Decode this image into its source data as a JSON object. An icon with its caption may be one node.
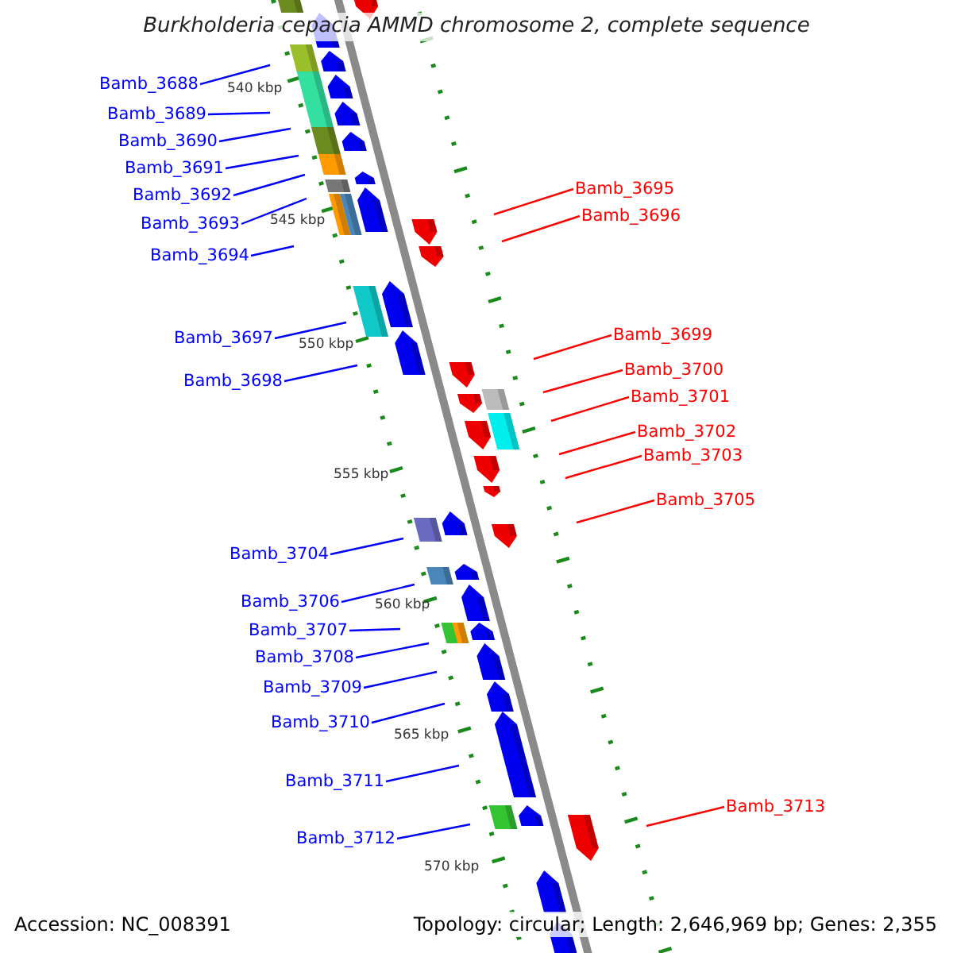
{
  "diagram": {
    "title": "Burkholderia cepacia AMMD chromosome 2, complete sequence",
    "nodes": [
      {
        "text": [
          "Bamb_3688"
        ]
      },
      {
        "text": [
          "Bamb_3689"
        ]
      },
      {
        "text": [
          "Bamb_3690"
        ]
      },
      {
        "text": [
          "Bamb_3691"
        ]
      },
      {
        "text": [
          "Bamb_3692"
        ]
      },
      {
        "text": [
          "Bamb_3693"
        ]
      },
      {
        "text": [
          "Bamb_3694"
        ]
      },
      {
        "text": [
          "Bamb_3695"
        ]
      },
      {
        "text": [
          "Bamb_3696"
        ]
      },
      {
        "text": [
          "Bamb_3697"
        ]
      },
      {
        "text": [
          "Bamb_3698"
        ]
      },
      {
        "text": [
          "Bamb_3699"
        ]
      },
      {
        "text": [
          "Bamb_3700"
        ]
      },
      {
        "text": [
          "Bamb_3701"
        ]
      },
      {
        "text": [
          "Bamb_3702"
        ]
      },
      {
        "text": [
          "Bamb_3703"
        ]
      },
      {
        "text": [
          "Bamb_3705"
        ]
      },
      {
        "text": [
          "Bamb_3704"
        ]
      },
      {
        "text": [
          "Bamb_3706"
        ]
      },
      {
        "text": [
          "Bamb_3707"
        ]
      },
      {
        "text": [
          "Bamb_3708"
        ]
      },
      {
        "text": [
          "Bamb_3709"
        ]
      },
      {
        "text": [
          "Bamb_3710"
        ]
      },
      {
        "text": [
          "Bamb_3711"
        ]
      },
      {
        "text": [
          "Bamb_3713"
        ]
      },
      {
        "text": [
          "Bamb_3712"
        ]
      }
    ],
    "edges": [
      {
        "from": 0,
        "to": null,
        "arrow": "none"
      },
      {
        "from": 1,
        "to": null,
        "arrow": "none"
      },
      {
        "from": 2,
        "to": null,
        "arrow": "none"
      },
      {
        "from": 3,
        "to": null,
        "arrow": "none"
      },
      {
        "from": 4,
        "to": null,
        "arrow": "none"
      },
      {
        "from": 5,
        "to": null,
        "arrow": "none"
      },
      {
        "from": 6,
        "to": null,
        "arrow": "none"
      },
      {
        "from": 7,
        "to": null,
        "arrow": "none",
        "color": "#ff0000"
      },
      {
        "from": 8,
        "to": null,
        "arrow": "none",
        "color": "#ff0000"
      },
      {
        "from": 9,
        "to": null,
        "arrow": "none"
      },
      {
        "from": 10,
        "to": null,
        "arrow": "none"
      },
      {
        "from": 11,
        "to": null,
        "arrow": "none",
        "color": "#ff0000"
      },
      {
        "from": 12,
        "to": null,
        "arrow": "none",
        "color": "#ff0000"
      },
      {
        "from": 13,
        "to": null,
        "arrow": "none",
        "color": "#ff0000"
      },
      {
        "from": 14,
        "to": null,
        "arrow": "none",
        "color": "#ff0000"
      },
      {
        "from": 15,
        "to": null,
        "arrow": "none",
        "color": "#ff0000"
      },
      {
        "from": 16,
        "to": null,
        "arrow": "none",
        "color": "#ff0000"
      },
      {
        "from": 17,
        "to": null,
        "arrow": "none"
      },
      {
        "from": 18,
        "to": null,
        "arrow": "none"
      },
      {
        "from": 19,
        "to": null,
        "arrow": "none"
      },
      {
        "from": 20,
        "to": null,
        "arrow": "none"
      },
      {
        "from": 21,
        "to": null,
        "arrow": "none"
      },
      {
        "from": 22,
        "to": null,
        "arrow": "none"
      },
      {
        "from": 23,
        "to": null,
        "arrow": "none"
      },
      {
        "from": 24,
        "to": null,
        "arrow": "none",
        "color": "#ff0000"
      },
      {
        "from": 25,
        "to": null,
        "arrow": "none"
      }
    ],
    "labels": [
      "540 kbp",
      "545 kbp",
      "550 kbp",
      "555 kbp",
      "560 kbp",
      "565 kbp",
      "570 kbp",
      "Accession: NC_008391",
      "Topology: circular; Length: 2,646,969 bp; Genes: 2,355"
    ]
  }
}
